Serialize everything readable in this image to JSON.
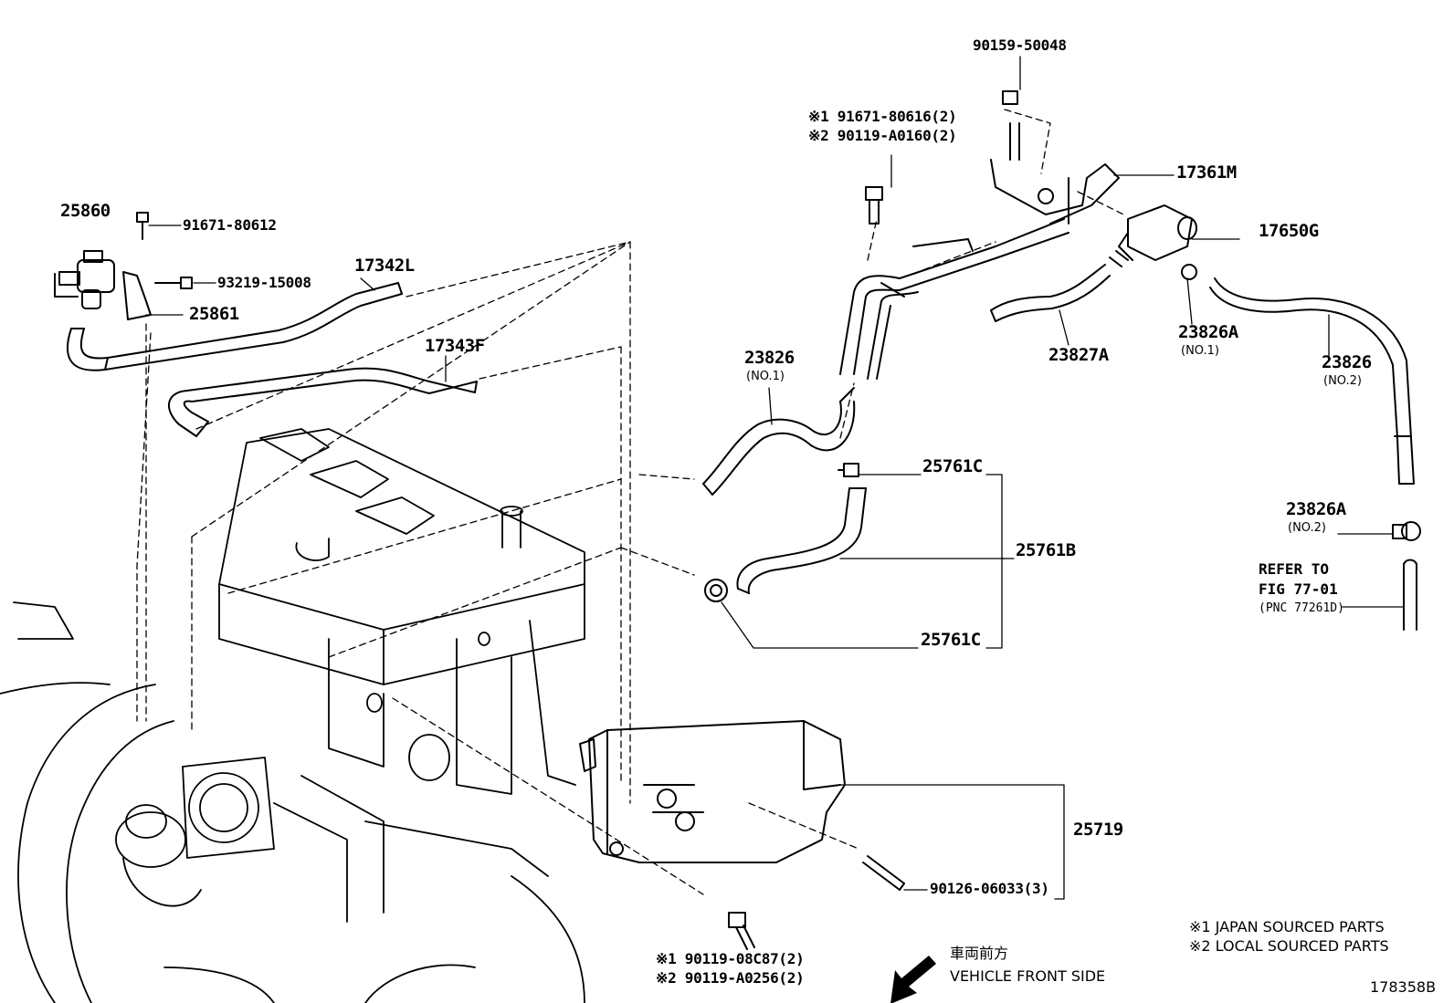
{
  "parts": {
    "p25860": "25860",
    "p91671_80612": "91671-80612",
    "p93219_15008": "93219-15008",
    "p25861": "25861",
    "p17342L": "17342L",
    "p17343F": "17343F",
    "p90159_50048": "90159-50048",
    "p_bolt_top_1": "※1 91671-80616(2)",
    "p_bolt_top_2": "※2 90119-A0160(2)",
    "p17361M": "17361M",
    "p17650G": "17650G",
    "p23826_a": "23826",
    "p23826_a_sub": "(NO.1)",
    "p23827A": "23827A",
    "p23826A_a": "23826A",
    "p23826A_a_sub": "(NO.1)",
    "p23826_b": "23826",
    "p23826_b_sub": "(NO.2)",
    "p25761C_top": "25761C",
    "p25761B": "25761B",
    "p25761C_bot": "25761C",
    "p23826A_b": "23826A",
    "p23826A_b_sub": "(NO.2)",
    "p25719": "25719",
    "p90126_06033": "90126-06033(3)",
    "p_bolt_bot_1": "※1 90119-08C87(2)",
    "p_bolt_bot_2": "※2 90119-A0256(2)"
  },
  "refer": {
    "line1": "REFER TO",
    "line2": "FIG 77-01",
    "line3": "(PNC 77261D)"
  },
  "direction": {
    "jp": "車両前方",
    "en": "VEHICLE FRONT SIDE"
  },
  "notes": {
    "n1": "※1 JAPAN SOURCED PARTS",
    "n2": "※2 LOCAL SOURCED PARTS"
  },
  "figure_id": "178358B"
}
